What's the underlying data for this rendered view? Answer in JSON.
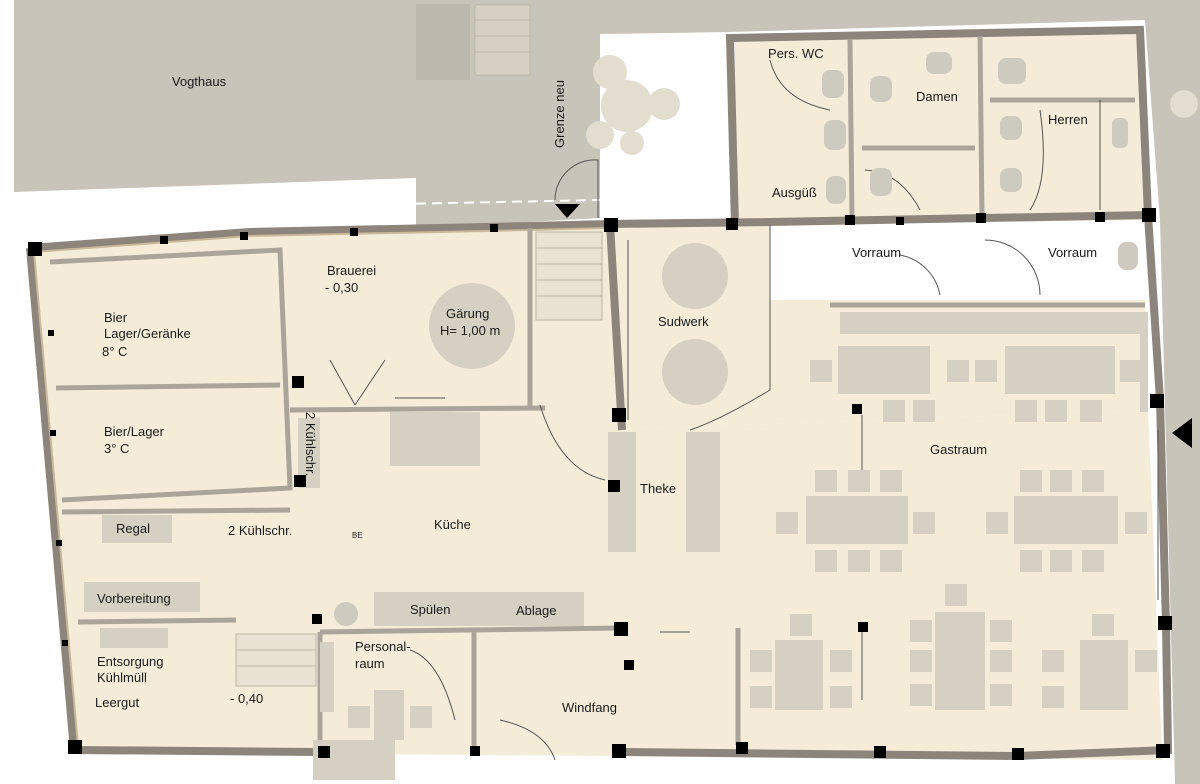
{
  "rooms": {
    "vogthaus": "Vogthaus",
    "grenze_neu": "Grenze neu",
    "pers_wc": "Pers. WC",
    "damen": "Damen",
    "herren": "Herren",
    "ausguss": "Ausgüß",
    "vorraum_1": "Vorraum",
    "vorraum_2": "Vorraum",
    "brauerei": "Brauerei",
    "brauerei_level": "- 0,30",
    "gaerung": "Gärung",
    "gaerung_height": "H= 1,00 m",
    "sudwerk": "Sudwerk",
    "bier_lager_line1": "Bier",
    "bier_lager_line2": "Lager/Geränke",
    "bier_lager_temp": "8° C",
    "bier_lager2": "Bier/Lager",
    "bier_lager2_temp": "3° C",
    "kuehlschr_vertical": "2 Kühlschr.",
    "theke": "Theke",
    "gastraum": "Gastraum",
    "regal": "Regal",
    "kuehlschr_2": "2 Kühlschr.",
    "be": "BE",
    "kueche": "Küche",
    "vorbereitung": "Vorbereitung",
    "spuelen": "Spülen",
    "ablage": "Ablage",
    "entsorgung": "Entsorgung",
    "kuehlmuell": "Kühlmüll",
    "leergut": "Leergut",
    "level_040": "- 0,40",
    "personalraum_1": "Personal-",
    "personalraum_2": "raum",
    "windfang": "Windfang"
  },
  "colors": {
    "background": "#ffffff",
    "neighbor": "#c9c4b9",
    "floor": "#f4ecd8",
    "wall": "#8d857b",
    "wall_inner": "#aaa49a",
    "furniture": "#d6d0c3",
    "column": "#000000"
  }
}
